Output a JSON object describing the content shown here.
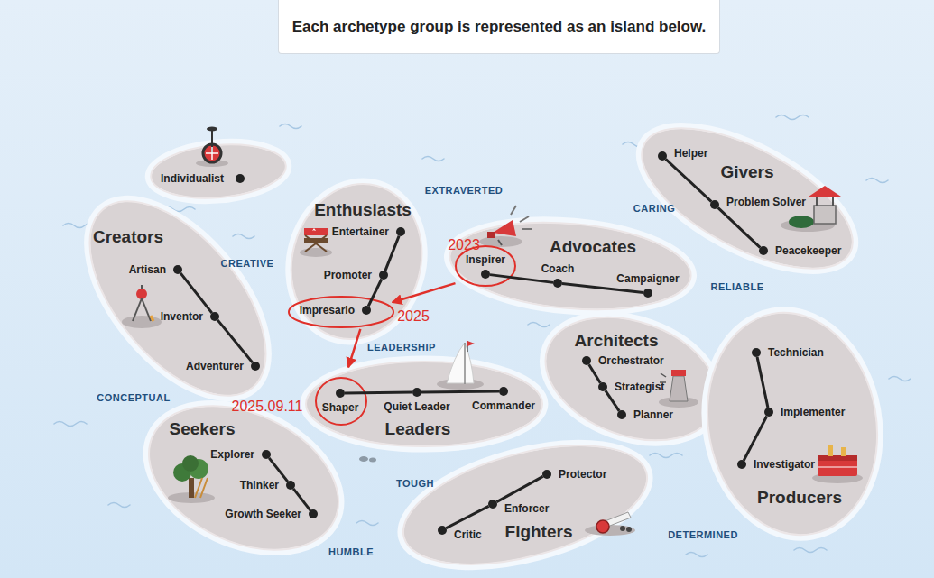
{
  "diagram": {
    "title": "Each archetype group is represented as an island below.",
    "nodes": [
      {
        "text": [
          "Individualist"
        ]
      },
      {
        "text": [
          "Givers"
        ]
      },
      {
        "text": [
          "Helper"
        ],
        "in": 1
      },
      {
        "text": [
          "Problem Solver"
        ],
        "in": 1
      },
      {
        "text": [
          "Peacekeeper"
        ],
        "in": 1
      },
      {
        "text": [
          "Enthusiasts"
        ]
      },
      {
        "text": [
          "Entertainer"
        ],
        "in": 5
      },
      {
        "text": [
          "Promoter"
        ],
        "in": 5
      },
      {
        "text": [
          "Impresario"
        ],
        "in": 5
      },
      {
        "text": [
          "Creators"
        ]
      },
      {
        "text": [
          "Artisan"
        ],
        "in": 9
      },
      {
        "text": [
          "Inventor"
        ],
        "in": 9
      },
      {
        "text": [
          "Adventurer"
        ],
        "in": 9
      },
      {
        "text": [
          "Advocates"
        ]
      },
      {
        "text": [
          "Inspirer"
        ],
        "in": 13
      },
      {
        "text": [
          "Coach"
        ],
        "in": 13
      },
      {
        "text": [
          "Campaigner"
        ],
        "in": 13
      },
      {
        "text": [
          "Architects"
        ]
      },
      {
        "text": [
          "Orchestrator"
        ],
        "in": 17
      },
      {
        "text": [
          "Strategist"
        ],
        "in": 17
      },
      {
        "text": [
          "Planner"
        ],
        "in": 17
      },
      {
        "text": [
          "Producers"
        ]
      },
      {
        "text": [
          "Technician"
        ],
        "in": 21
      },
      {
        "text": [
          "Implementer"
        ],
        "in": 21
      },
      {
        "text": [
          "Investigator"
        ],
        "in": 21
      },
      {
        "text": [
          "Leaders"
        ]
      },
      {
        "text": [
          "Shaper"
        ],
        "in": 25
      },
      {
        "text": [
          "Quiet Leader"
        ],
        "in": 25
      },
      {
        "text": [
          "Commander"
        ],
        "in": 25
      },
      {
        "text": [
          "Seekers"
        ]
      },
      {
        "text": [
          "Explorer"
        ],
        "in": 29
      },
      {
        "text": [
          "Thinker"
        ],
        "in": 29
      },
      {
        "text": [
          "Growth Seeker"
        ],
        "in": 29
      },
      {
        "text": [
          "Fighters"
        ]
      },
      {
        "text": [
          "Protector"
        ],
        "in": 33
      },
      {
        "text": [
          "Enforcer"
        ],
        "in": 33
      },
      {
        "text": [
          "Critic"
        ],
        "in": 33
      }
    ],
    "edges": [
      {
        "from": 2,
        "to": 3,
        "arrow": "none"
      },
      {
        "from": 3,
        "to": 4,
        "arrow": "none"
      },
      {
        "from": 6,
        "to": 7,
        "arrow": "none"
      },
      {
        "from": 7,
        "to": 8,
        "arrow": "none"
      },
      {
        "from": 10,
        "to": 11,
        "arrow": "none"
      },
      {
        "from": 11,
        "to": 12,
        "arrow": "none"
      },
      {
        "from": 14,
        "to": 15,
        "arrow": "none"
      },
      {
        "from": 15,
        "to": 16,
        "arrow": "none"
      },
      {
        "from": 18,
        "to": 19,
        "arrow": "none"
      },
      {
        "from": 19,
        "to": 20,
        "arrow": "none"
      },
      {
        "from": 22,
        "to": 23,
        "arrow": "none"
      },
      {
        "from": 23,
        "to": 24,
        "arrow": "none"
      },
      {
        "from": 26,
        "to": 27,
        "arrow": "none"
      },
      {
        "from": 27,
        "to": 28,
        "arrow": "none"
      },
      {
        "from": 30,
        "to": 31,
        "arrow": "none"
      },
      {
        "from": 31,
        "to": 32,
        "arrow": "none"
      },
      {
        "from": 34,
        "to": 35,
        "arrow": "none"
      },
      {
        "from": 35,
        "to": 36,
        "arrow": "none"
      },
      {
        "from": 14,
        "to": 8,
        "arrow": "to"
      },
      {
        "from": 8,
        "to": 26,
        "arrow": "to"
      }
    ],
    "labels": [
      "EXTRAVERTED",
      "CARING",
      "CREATIVE",
      "2023",
      "RELIABLE",
      "2025",
      "LEADERSHIP",
      "CONCEPTUAL",
      "2025.09.11",
      "TOUGH",
      "DETERMINED",
      "HUMBLE"
    ]
  }
}
